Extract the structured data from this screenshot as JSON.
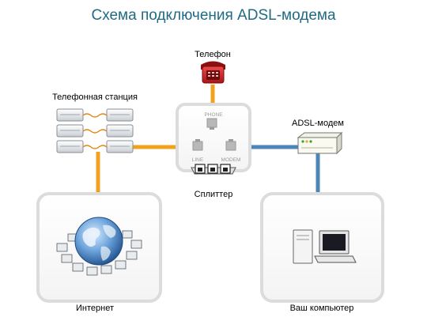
{
  "title": "Схема подключения ADSL-модема",
  "nodes": {
    "phone": {
      "label": "Телефон"
    },
    "exchange": {
      "label": "Телефонная станция"
    },
    "splitter": {
      "label": "Сплиттер",
      "ports": {
        "phone": "PHONE",
        "line": "LINE",
        "modem": "MODEM"
      }
    },
    "modem": {
      "label": "ADSL-модем"
    },
    "internet": {
      "label": "Интернет"
    },
    "computer": {
      "label": "Ваш компьютер"
    }
  },
  "colors": {
    "title": "#1f6b83",
    "phone_line": "#f0a21f",
    "data_line": "#4a86b8",
    "panel_border": "#dcdcdc",
    "phone_body": "#cc2020"
  }
}
